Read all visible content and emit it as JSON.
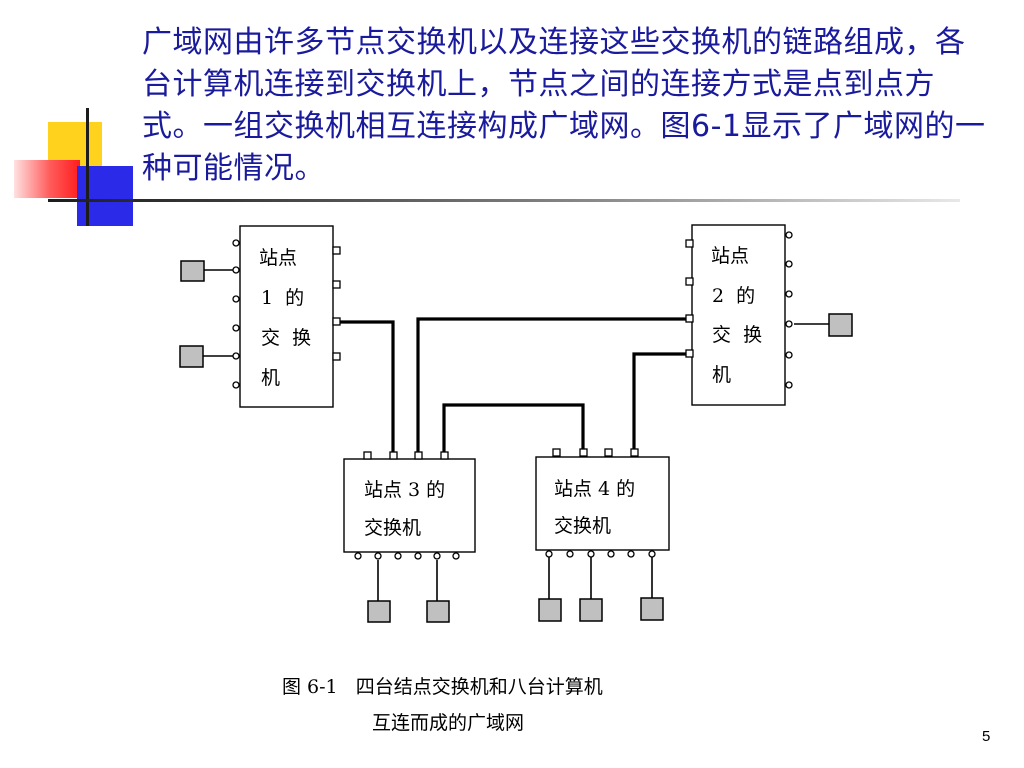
{
  "slide": {
    "intro_text": "广域网由许多节点交换机以及连接这些交换机的链路组成，各台计算机连接到交换机上，节点之间的连接方式是点到点方式。一组交换机相互连接构成广域网。图6-1显示了广域网的一种可能情况。",
    "page_number": "5"
  },
  "diagram": {
    "switch1": {
      "lines": [
        "站点",
        "1  的",
        "交  换",
        "机"
      ]
    },
    "switch2": {
      "lines": [
        "站点",
        "2  的",
        "交  换",
        "机"
      ]
    },
    "switch3": {
      "lines": [
        "站点 3 的",
        "交换机"
      ]
    },
    "switch4": {
      "lines": [
        "站点 4 的",
        "交换机"
      ]
    }
  },
  "caption": {
    "line1": "图 6-1   四台结点交换机和八台计算机",
    "line2": "互连而成的广域网"
  },
  "colors": {
    "text_blue": "#1a1a9c",
    "deco_yellow": "#ffd21e",
    "deco_red": "#ff1e1e",
    "deco_blue": "#2a2ae8",
    "computer_gray": "#c0c0c0"
  }
}
